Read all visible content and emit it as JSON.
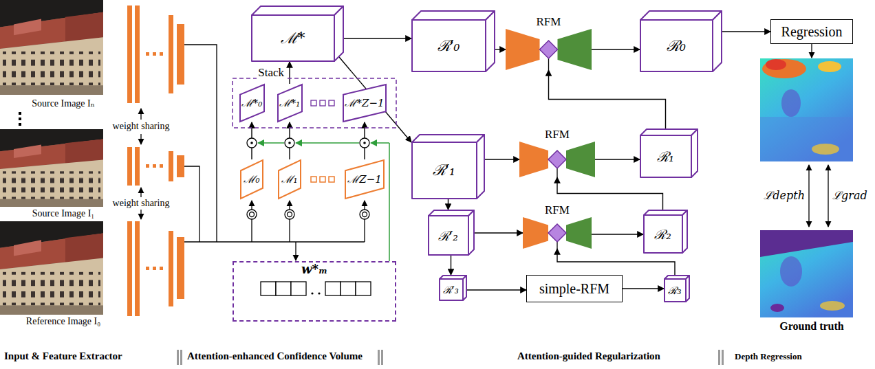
{
  "diagram": {
    "nodes": [
      {
        "text": [
          "ℳ*"
        ]
      },
      {
        "text": [
          "ℳ*₀"
        ]
      },
      {
        "text": [
          "ℳ*₁"
        ]
      },
      {
        "text": [
          "ℳ*Z−1"
        ]
      },
      {
        "text": [
          "ℳ₀"
        ]
      },
      {
        "text": [
          "ℳ₁"
        ]
      },
      {
        "text": [
          "ℳZ−1"
        ]
      },
      {
        "text": [
          "w*ₘ"
        ]
      },
      {
        "text": [
          "ℛ′₀"
        ]
      },
      {
        "text": [
          "RFM"
        ]
      },
      {
        "text": [
          "ℛ₀"
        ]
      },
      {
        "text": [
          "Regression"
        ]
      },
      {
        "text": [
          "ℛ′₁"
        ]
      },
      {
        "text": [
          "RFM"
        ]
      },
      {
        "text": [
          "ℛ₁"
        ]
      },
      {
        "text": [
          "ℛ′₂"
        ]
      },
      {
        "text": [
          "RFM"
        ]
      },
      {
        "text": [
          "ℛ₂"
        ]
      },
      {
        "text": [
          "ℛ′₃"
        ]
      },
      {
        "text": [
          "simple-RFM"
        ]
      },
      {
        "text": [
          "ℛ₃"
        ]
      }
    ],
    "edges": [
      {
        "from": 2,
        "to": 0,
        "label": "Stack",
        "arrow": "to"
      },
      {
        "from": 4,
        "to": 1,
        "arrow": "to"
      },
      {
        "from": 5,
        "to": 2,
        "arrow": "to"
      },
      {
        "from": 6,
        "to": 3,
        "arrow": "to"
      },
      {
        "from": 0,
        "to": 8,
        "arrow": "to"
      },
      {
        "from": 0,
        "to": 12,
        "arrow": "to"
      },
      {
        "from": 8,
        "to": 9,
        "arrow": "to"
      },
      {
        "from": 9,
        "to": 10,
        "arrow": "to"
      },
      {
        "from": 10,
        "to": 11,
        "arrow": "to"
      },
      {
        "from": 12,
        "to": 13,
        "arrow": "to"
      },
      {
        "from": 13,
        "to": 14,
        "arrow": "to"
      },
      {
        "from": 14,
        "to": 9,
        "arrow": "to"
      },
      {
        "from": 12,
        "to": 15,
        "arrow": "to"
      },
      {
        "from": 15,
        "to": 16,
        "arrow": "to"
      },
      {
        "from": 16,
        "to": 17,
        "arrow": "to"
      },
      {
        "from": 17,
        "to": 13,
        "arrow": "to"
      },
      {
        "from": 15,
        "to": 18,
        "arrow": "to"
      },
      {
        "from": 18,
        "to": 19,
        "arrow": "to"
      },
      {
        "from": 19,
        "to": 20,
        "arrow": "to"
      },
      {
        "from": 20,
        "to": 16,
        "arrow": "to"
      }
    ],
    "labels": [
      "Source Image Iₙ",
      "weight sharing",
      "Source Image I₁",
      "weight sharing",
      "Reference Image I₀",
      "ℒdepth",
      "ℒgrad",
      "Ground truth",
      "Input & Feature Extractor",
      "Attention-enhanced Confidence Volume",
      "Attention-guided Regularization",
      "Depth Regression"
    ]
  }
}
